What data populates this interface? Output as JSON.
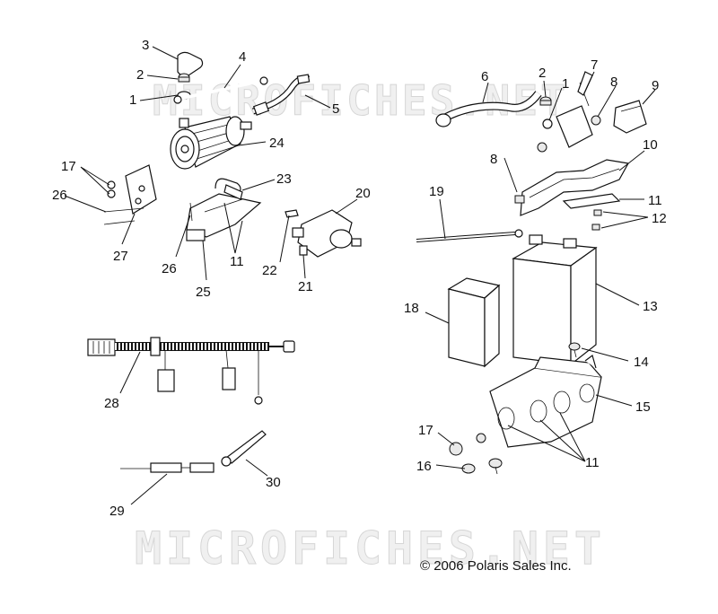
{
  "watermark": {
    "upper": "MICROFICHES.NET",
    "lower": "MICROFICHES.NET"
  },
  "copyright": "© 2006 Polaris Sales Inc.",
  "callouts": {
    "c3": "3",
    "c2a": "2",
    "c1a": "1",
    "c4": "4",
    "c5": "5",
    "c24": "24",
    "c17a": "17",
    "c26a": "26",
    "c27": "27",
    "c23": "23",
    "c26b": "26",
    "c11a": "11",
    "c25": "25",
    "c20": "20",
    "c22": "22",
    "c21": "21",
    "c6": "6",
    "c2b": "2",
    "c7": "7",
    "c1b": "1",
    "c8a": "8",
    "c9": "9",
    "c10": "10",
    "c8b": "8",
    "c19": "19",
    "c11b": "11",
    "c12": "12",
    "c13": "13",
    "c18": "18",
    "c14": "14",
    "c15": "15",
    "c17b": "17",
    "c11c": "11",
    "c16": "16",
    "c28": "28",
    "c29": "29",
    "c30": "30"
  }
}
